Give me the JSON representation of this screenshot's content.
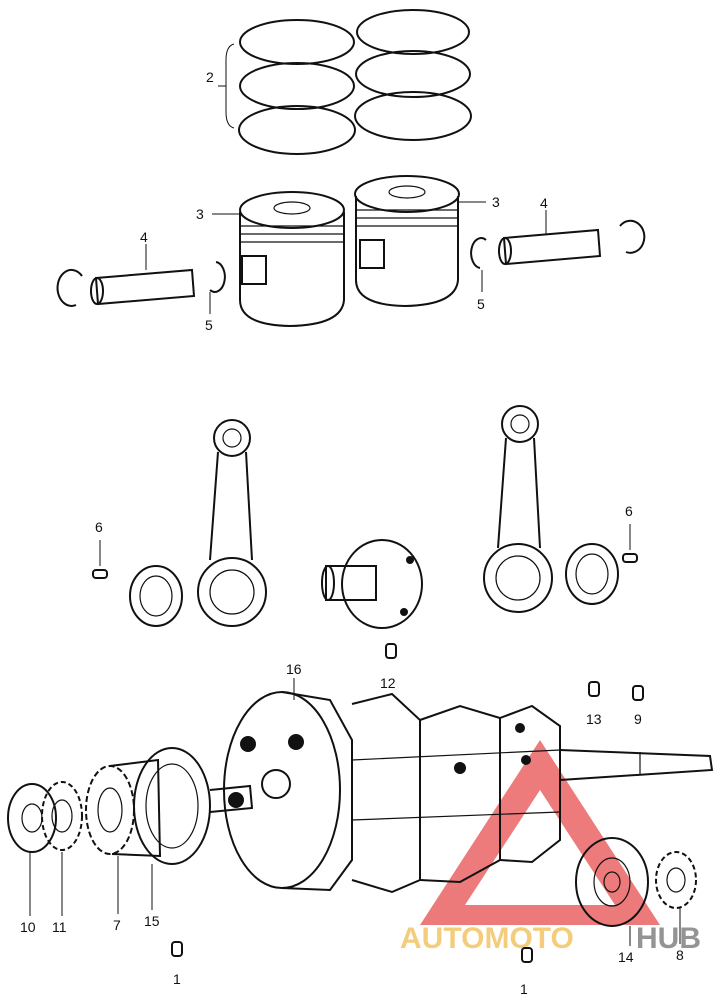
{
  "callouts": {
    "rings": "2",
    "piston_left": "3",
    "piston_right": "3",
    "pin_left": "4",
    "pin_right": "4",
    "clip_left": "5",
    "clip_right": "5",
    "pin_small_left": "6",
    "pin_small_right": "6",
    "crank_web": "16",
    "dowel_center": "12",
    "dowel_a": "13",
    "dowel_b": "9",
    "washer": "10",
    "gear_small": "11",
    "gear_large": "7",
    "bearing_left": "15",
    "bearing_right": "14",
    "sprocket": "8",
    "dowel_bottom_left": "1",
    "dowel_bottom_right": "1"
  },
  "watermark": {
    "part1": "AUTOMOTO",
    "part2": "HUB",
    "color1": "#f2c15c",
    "color2": "#7a7a7a",
    "triangle_color": "#e85a5a"
  }
}
